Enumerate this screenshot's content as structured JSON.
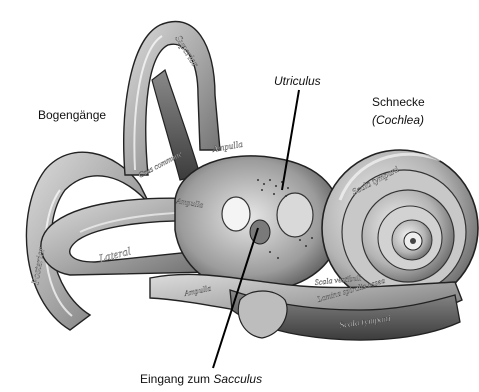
{
  "figure": {
    "labels": {
      "bogengaenge": "Bogengänge",
      "utriculus": "Utriculus",
      "schnecke": "Schnecke",
      "cochlea": "(Cochlea)",
      "eingang_prefix": "Eingang zum ",
      "eingang_term": "Sacculus"
    },
    "engraved_text": {
      "superior": "Superior",
      "posterior": "Posterior",
      "lateral": "Lateral",
      "crus_commune": "Crus commune",
      "ampulla_1": "Ampulla",
      "ampulla_2": "Ampulla",
      "ampulla_3": "Ampulla",
      "scala_tympani_top": "Scala tympani",
      "scala_vestibuli": "Scala vestibuli",
      "lamina_spiralis": "Lamina spiralis ossea",
      "scala_tympani_bottom": "Scala tympani"
    }
  }
}
